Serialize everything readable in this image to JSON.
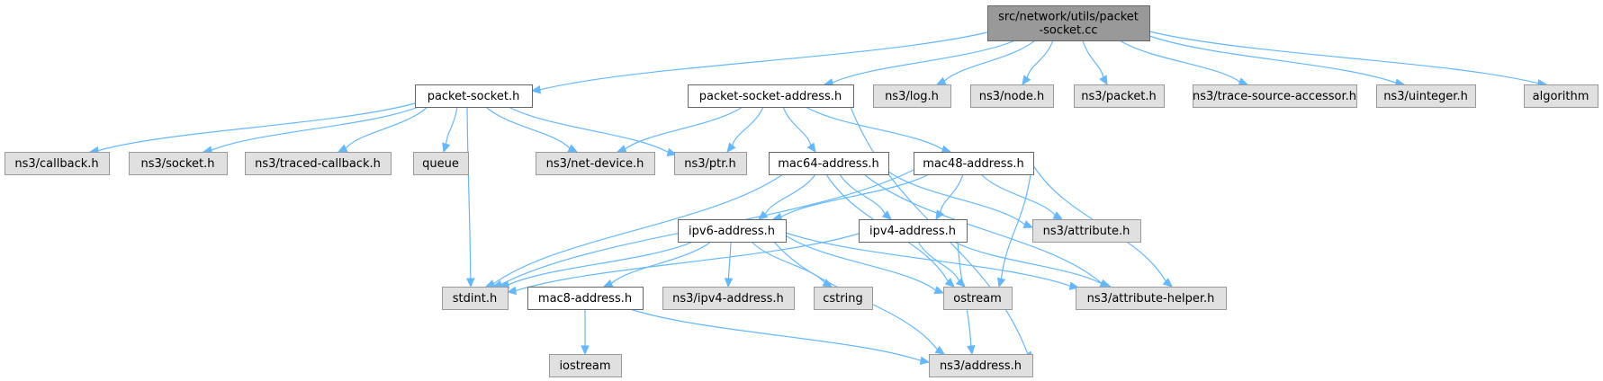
{
  "graph": {
    "colors": {
      "root_fill": "#999999",
      "local_fill": "#ffffff",
      "system_fill": "#e0e0e0",
      "system_stroke": "#999999",
      "border": "#666666",
      "edge": "#63b8ff"
    },
    "nodes": [
      {
        "id": "root",
        "lines": [
          "src/network/utils/packet",
          "-socket.cc"
        ],
        "kind": "root"
      },
      {
        "id": "packet-socket-h",
        "lines": [
          "packet-socket.h"
        ],
        "kind": "local"
      },
      {
        "id": "packet-socket-address-h",
        "lines": [
          "packet-socket-address.h"
        ],
        "kind": "local"
      },
      {
        "id": "log-h",
        "lines": [
          "ns3/log.h"
        ],
        "kind": "system"
      },
      {
        "id": "node-h",
        "lines": [
          "ns3/node.h"
        ],
        "kind": "system"
      },
      {
        "id": "packet-h",
        "lines": [
          "ns3/packet.h"
        ],
        "kind": "system"
      },
      {
        "id": "trace-source-accessor-h",
        "lines": [
          "ns3/trace-source-accessor.h"
        ],
        "kind": "system"
      },
      {
        "id": "uinteger-h",
        "lines": [
          "ns3/uinteger.h"
        ],
        "kind": "system"
      },
      {
        "id": "algorithm",
        "lines": [
          "algorithm"
        ],
        "kind": "system"
      },
      {
        "id": "callback-h",
        "lines": [
          "ns3/callback.h"
        ],
        "kind": "system"
      },
      {
        "id": "socket-h",
        "lines": [
          "ns3/socket.h"
        ],
        "kind": "system"
      },
      {
        "id": "traced-callback-h",
        "lines": [
          "ns3/traced-callback.h"
        ],
        "kind": "system"
      },
      {
        "id": "queue",
        "lines": [
          "queue"
        ],
        "kind": "system"
      },
      {
        "id": "net-device-h",
        "lines": [
          "ns3/net-device.h"
        ],
        "kind": "system"
      },
      {
        "id": "ptr-h",
        "lines": [
          "ns3/ptr.h"
        ],
        "kind": "system"
      },
      {
        "id": "mac64-address-h",
        "lines": [
          "mac64-address.h"
        ],
        "kind": "local"
      },
      {
        "id": "mac48-address-h",
        "lines": [
          "mac48-address.h"
        ],
        "kind": "local"
      },
      {
        "id": "attribute-h",
        "lines": [
          "ns3/attribute.h"
        ],
        "kind": "system"
      },
      {
        "id": "ipv6-address-h",
        "lines": [
          "ipv6-address.h"
        ],
        "kind": "local"
      },
      {
        "id": "ipv4-address-h",
        "lines": [
          "ipv4-address.h"
        ],
        "kind": "local"
      },
      {
        "id": "stdint-h",
        "lines": [
          "stdint.h"
        ],
        "kind": "system"
      },
      {
        "id": "mac8-address-h",
        "lines": [
          "mac8-address.h"
        ],
        "kind": "local"
      },
      {
        "id": "ns3-ipv4-address-h",
        "lines": [
          "ns3/ipv4-address.h"
        ],
        "kind": "system"
      },
      {
        "id": "cstring",
        "lines": [
          "cstring"
        ],
        "kind": "system"
      },
      {
        "id": "ostream",
        "lines": [
          "ostream"
        ],
        "kind": "system"
      },
      {
        "id": "attribute-helper-h",
        "lines": [
          "ns3/attribute-helper.h"
        ],
        "kind": "system"
      },
      {
        "id": "iostream",
        "lines": [
          "iostream"
        ],
        "kind": "system"
      },
      {
        "id": "address-h",
        "lines": [
          "ns3/address.h"
        ],
        "kind": "system"
      }
    ],
    "edges": [
      [
        "root",
        "packet-socket-h"
      ],
      [
        "root",
        "packet-socket-address-h"
      ],
      [
        "root",
        "log-h"
      ],
      [
        "root",
        "node-h"
      ],
      [
        "root",
        "packet-h"
      ],
      [
        "root",
        "trace-source-accessor-h"
      ],
      [
        "root",
        "uinteger-h"
      ],
      [
        "root",
        "algorithm"
      ],
      [
        "packet-socket-h",
        "callback-h"
      ],
      [
        "packet-socket-h",
        "socket-h"
      ],
      [
        "packet-socket-h",
        "traced-callback-h"
      ],
      [
        "packet-socket-h",
        "queue"
      ],
      [
        "packet-socket-h",
        "net-device-h"
      ],
      [
        "packet-socket-h",
        "ptr-h"
      ],
      [
        "packet-socket-h",
        "stdint-h"
      ],
      [
        "packet-socket-address-h",
        "net-device-h"
      ],
      [
        "packet-socket-address-h",
        "ptr-h"
      ],
      [
        "packet-socket-address-h",
        "mac64-address-h"
      ],
      [
        "packet-socket-address-h",
        "mac48-address-h"
      ],
      [
        "packet-socket-address-h",
        "address-h"
      ],
      [
        "mac64-address-h",
        "ipv6-address-h"
      ],
      [
        "mac64-address-h",
        "ipv4-address-h"
      ],
      [
        "mac64-address-h",
        "attribute-h"
      ],
      [
        "mac64-address-h",
        "stdint-h"
      ],
      [
        "mac64-address-h",
        "ostream"
      ],
      [
        "mac64-address-h",
        "attribute-helper-h"
      ],
      [
        "mac48-address-h",
        "ipv6-address-h"
      ],
      [
        "mac48-address-h",
        "ipv4-address-h"
      ],
      [
        "mac48-address-h",
        "attribute-h"
      ],
      [
        "mac48-address-h",
        "stdint-h"
      ],
      [
        "mac48-address-h",
        "ostream"
      ],
      [
        "mac48-address-h",
        "attribute-helper-h"
      ],
      [
        "ipv6-address-h",
        "stdint-h"
      ],
      [
        "ipv6-address-h",
        "mac8-address-h"
      ],
      [
        "ipv6-address-h",
        "ns3-ipv4-address-h"
      ],
      [
        "ipv6-address-h",
        "cstring"
      ],
      [
        "ipv6-address-h",
        "ostream"
      ],
      [
        "ipv6-address-h",
        "attribute-helper-h"
      ],
      [
        "ipv6-address-h",
        "address-h"
      ],
      [
        "ipv4-address-h",
        "stdint-h"
      ],
      [
        "ipv4-address-h",
        "ostream"
      ],
      [
        "ipv4-address-h",
        "attribute-helper-h"
      ],
      [
        "ipv4-address-h",
        "address-h"
      ],
      [
        "mac8-address-h",
        "iostream"
      ],
      [
        "mac8-address-h",
        "address-h"
      ]
    ]
  }
}
